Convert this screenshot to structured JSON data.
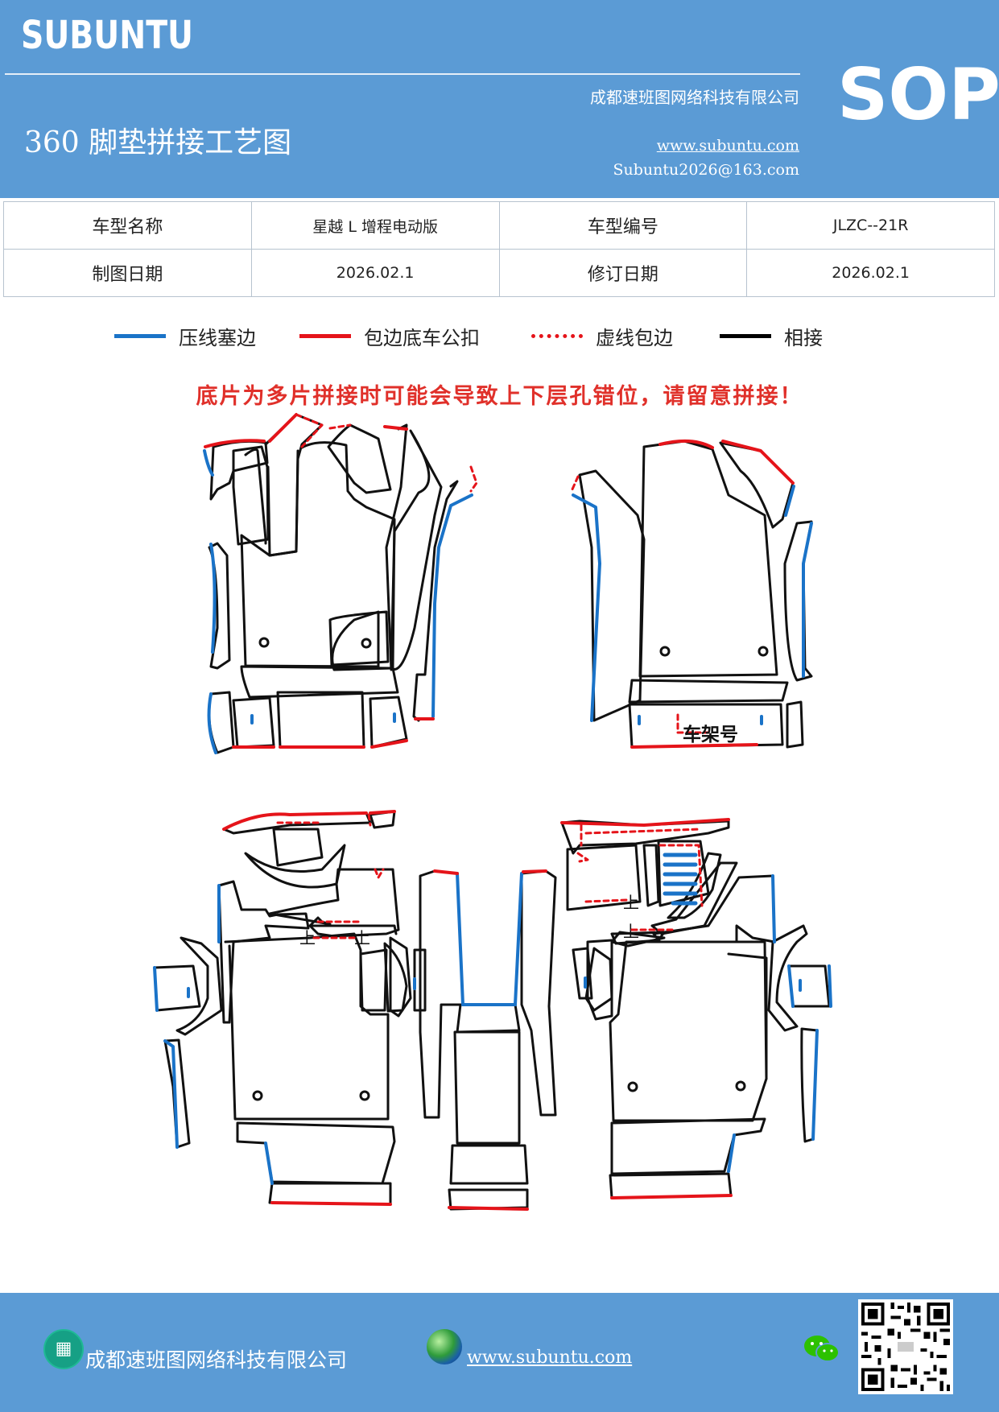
{
  "header": {
    "brand": "SUBUNTU",
    "sop": "SOP",
    "company": "成都速班图网络科技有限公司",
    "title": "360 脚垫拼接工艺图",
    "website": "www.subuntu.com",
    "email": "Subuntu2026@163.com"
  },
  "info_table": {
    "row1": [
      "车型名称",
      "星越 L 增程电动版",
      "车型编号",
      "JLZC--21R"
    ],
    "row2": [
      "制图日期",
      "2026.02.1",
      "修订日期",
      "2026.02.1"
    ]
  },
  "legend": [
    {
      "label": "压线塞边",
      "color": "#1a73c8",
      "style": "solid"
    },
    {
      "label": "包边底车公扣",
      "color": "#e5141a",
      "style": "solid"
    },
    {
      "label": "虚线包边",
      "color": "#e5141a",
      "style": "dashed"
    },
    {
      "label": "相接",
      "color": "#000000",
      "style": "solid"
    }
  ],
  "warning": "底片为多片拼接时可能会导致上下层孔错位，请留意拼接！",
  "diagram": {
    "frame_label": "车架号",
    "mark_label": "上"
  },
  "footer": {
    "company": "成都速班图网络科技有限公司",
    "website": "www.subuntu.com"
  },
  "colors": {
    "header_blue": "#5b9bd5",
    "edge_blue": "#1a73c8",
    "edge_red": "#e5141a"
  }
}
